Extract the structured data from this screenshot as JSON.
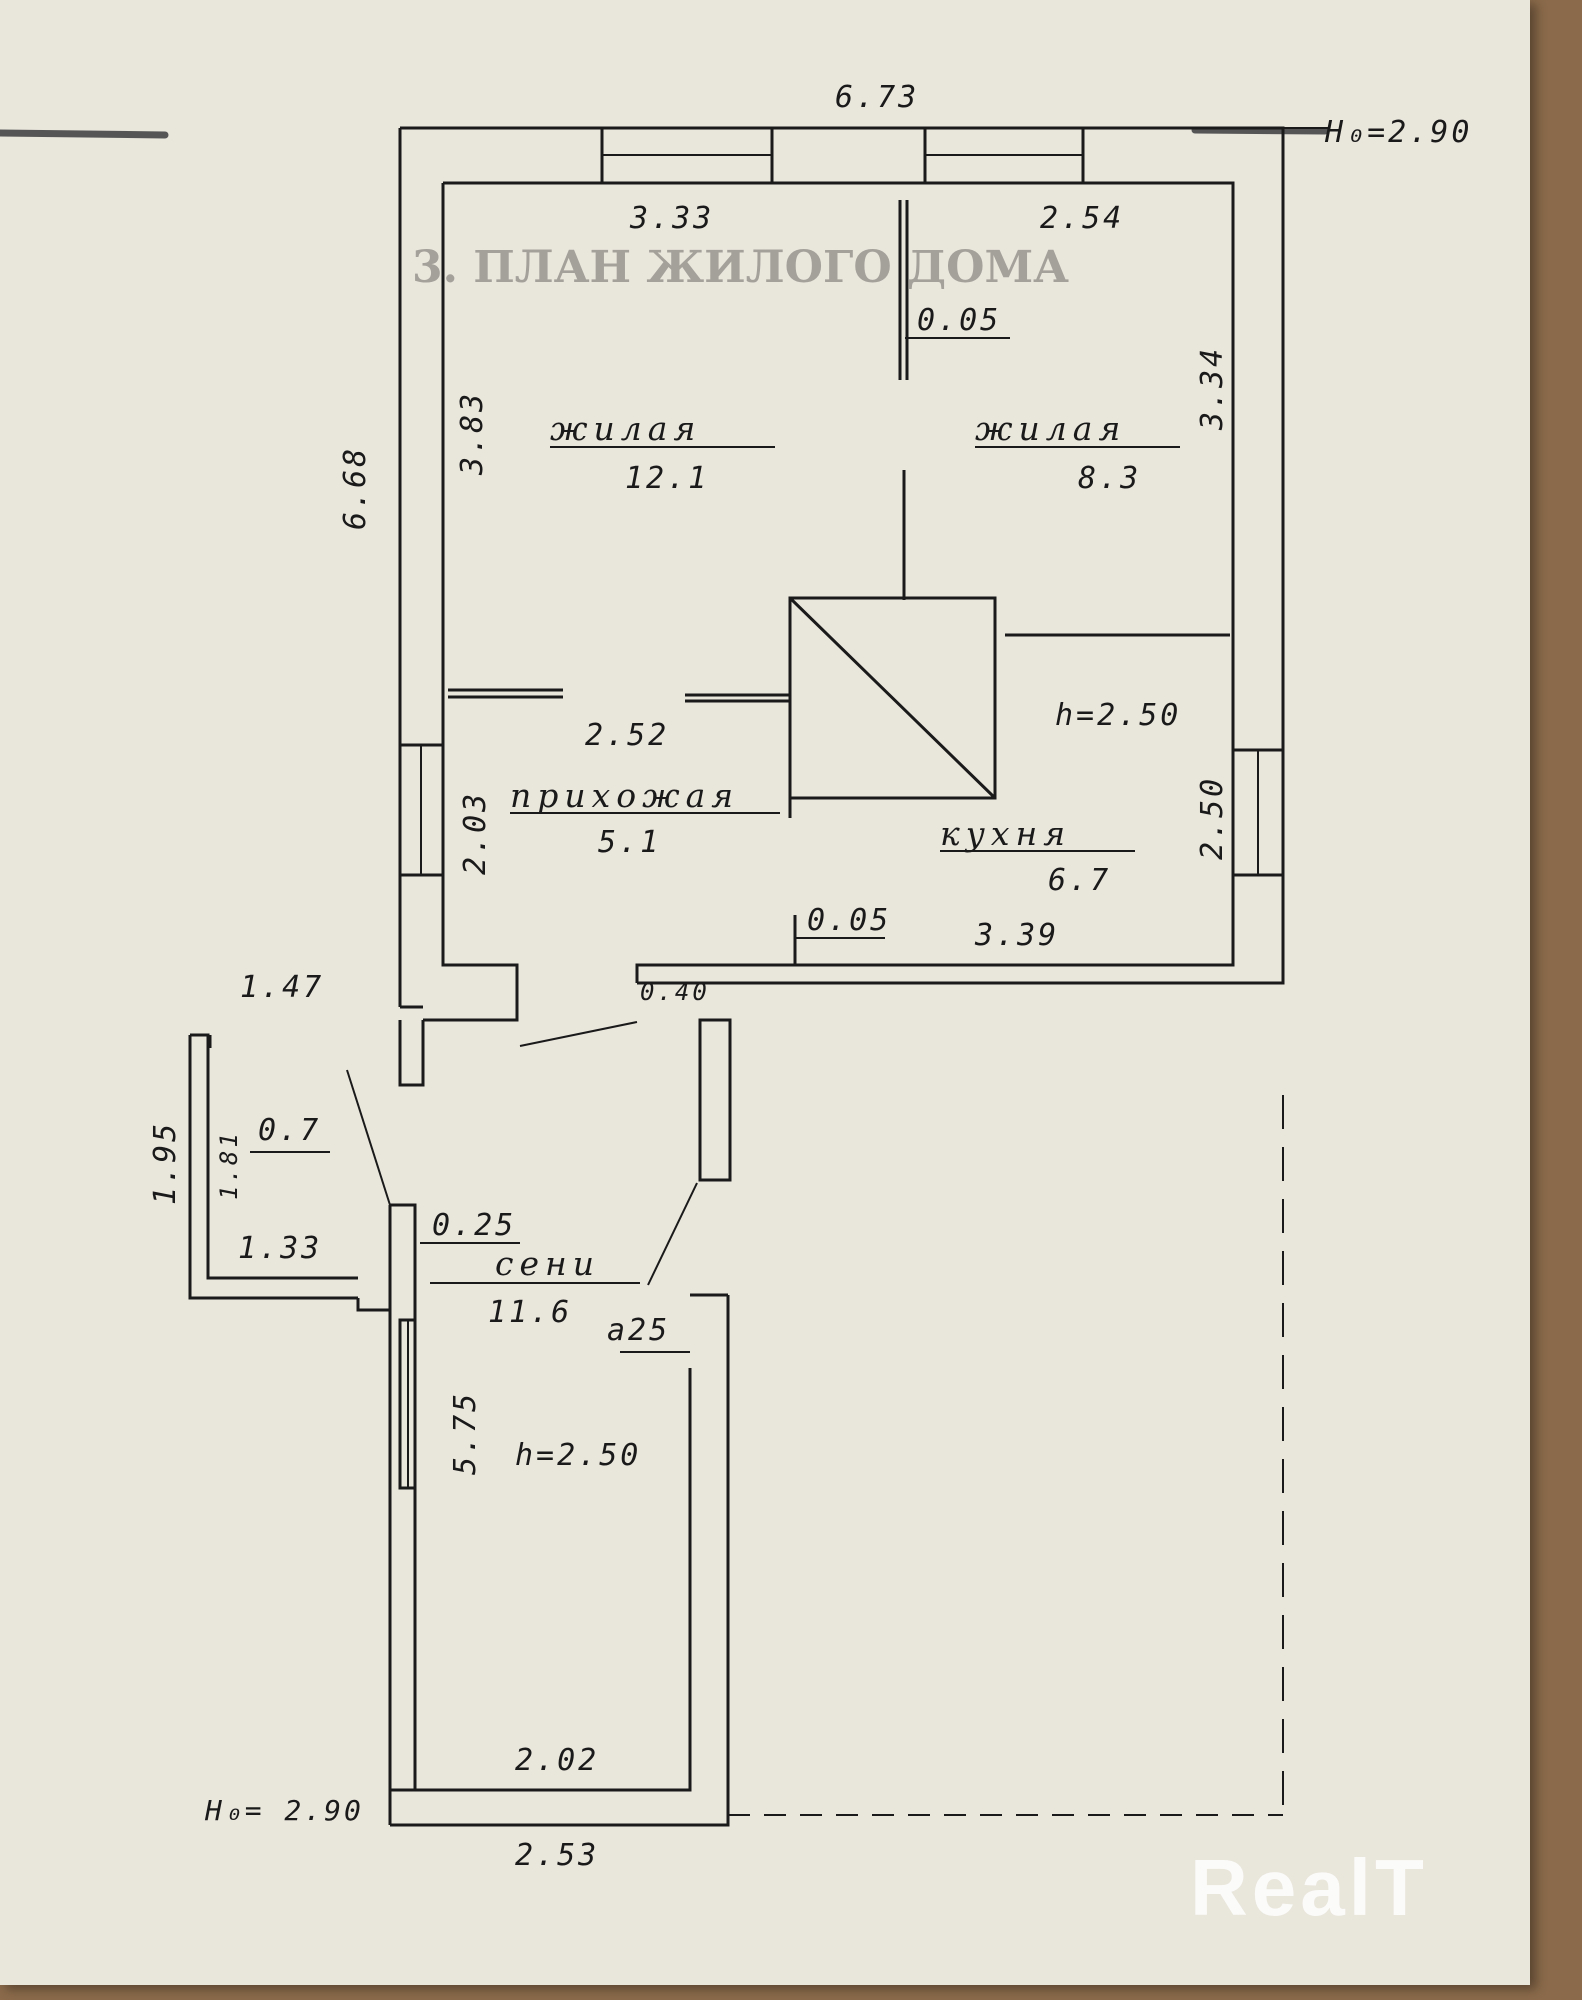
{
  "title": "3.   ПЛАН ЖИЛОГО ДОМА",
  "watermark": "RealT",
  "dimensions": {
    "overall_width": "6.73",
    "ceiling_house": "H₀=2.90",
    "ceiling_porch": "H₀= 2.90",
    "top_left_room": "3.33",
    "top_right_room": "2.54",
    "partition_top": "0.05",
    "left_room_height": "3.83",
    "right_room_height": "3.34",
    "house_depth": "6.68",
    "hall_width": "2.52",
    "hall_height": "2.03",
    "kitchen_height_label": "h=2.50",
    "kitchen_side": "2.50",
    "partition_bottom": "0.05",
    "kitchen_width": "3.39",
    "wall_thickness": "0.40",
    "closet_width": "1.47",
    "closet_outer": "1.95",
    "closet_inner": "1.81",
    "closet_bottom": "1.33",
    "wall_025_a": "0.25",
    "wall_025_b": "a25",
    "veranda_length": "5.75",
    "veranda_height": "h=2.50",
    "veranda_width_inner": "2.02",
    "veranda_width_outer": "2.53"
  },
  "rooms": {
    "living_1": {
      "name": "жилая",
      "area": "12.1"
    },
    "living_2": {
      "name": "жилая",
      "area": "8.3"
    },
    "hall": {
      "name": "прихожая",
      "area": "5.1"
    },
    "kitchen": {
      "name": "кухня",
      "area": "6.7"
    },
    "closet": {
      "area": "0.7"
    },
    "entry": {
      "name": "сени",
      "area": "11.6"
    }
  }
}
